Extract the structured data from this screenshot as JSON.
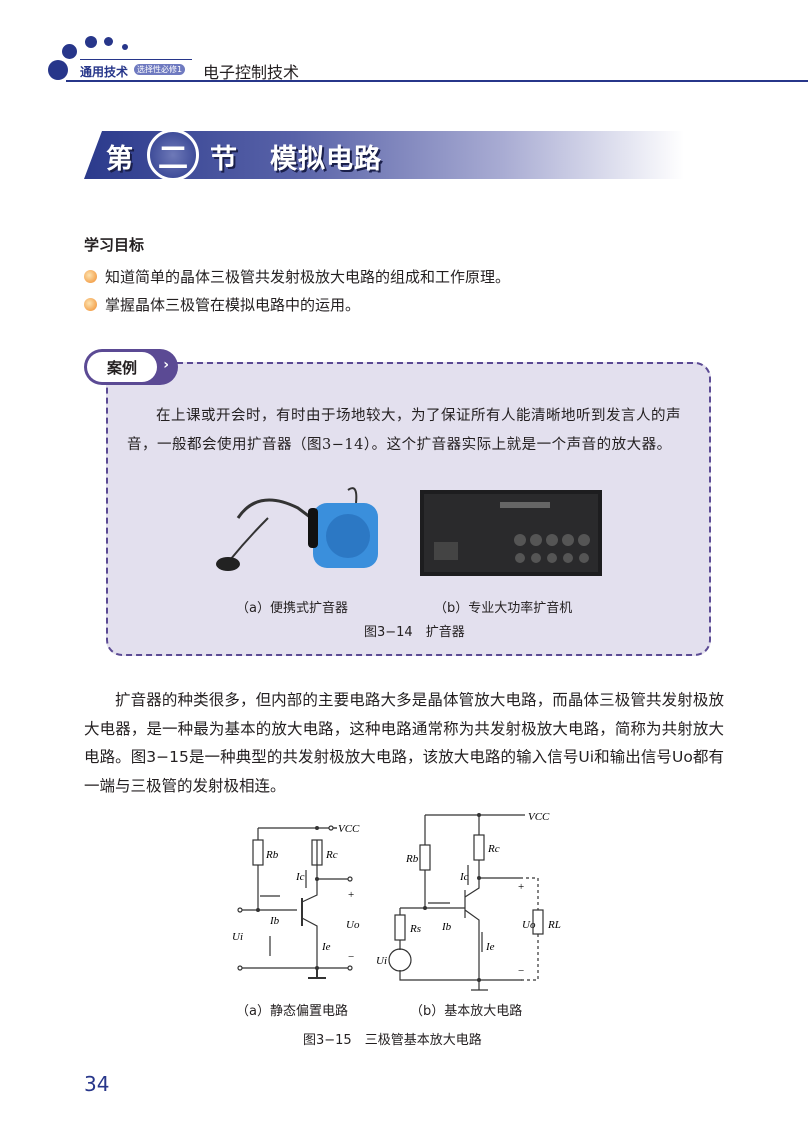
{
  "header": {
    "book": "通用技术",
    "badge": "选择性必修1",
    "chapter": "电子控制技术"
  },
  "section": {
    "prefix": "第",
    "number": "二",
    "suffix": "节",
    "title": "模拟电路"
  },
  "goals": {
    "title": "学习目标",
    "items": [
      "知道简单的晶体三极管共发射极放大电路的组成和工作原理。",
      "掌握晶体三极管在模拟电路中的运用。"
    ]
  },
  "case": {
    "tag": "案例",
    "text": "在上课或开会时，有时由于场地较大，为了保证所有人能清晰地听到发言人的声音，一般都会使用扩音器（图3−14）。这个扩音器实际上就是一个声音的放大器。",
    "fig_a": "（a）便携式扩音器",
    "fig_b": "（b）专业大功率扩音机",
    "fig_caption": "图3−14　扩音器"
  },
  "body": "扩音器的种类很多，但内部的主要电路大多是晶体管放大电路，而晶体三极管共发射极放大电器，是一种最为基本的放大电路，这种电路通常称为共发射极放大电路，简称为共射放大电路。图3−15是一种典型的共发射极放大电路，该放大电路的输入信号Ui和输出信号Uo都有一端与三极管的发射极相连。",
  "circuit": {
    "fig_a": "（a）静态偏置电路",
    "fig_b": "（b）基本放大电路",
    "fig_caption": "图3−15　三极管基本放大电路",
    "labels": {
      "vcc": "VCC",
      "rb": "Rb",
      "rc": "Rc",
      "ic": "Ic",
      "ib": "Ib",
      "ie": "Ie",
      "ui": "Ui",
      "uo": "Uo",
      "rs": "Rs",
      "rl": "RL",
      "plus": "+",
      "minus": "−"
    }
  },
  "page_number": "34"
}
